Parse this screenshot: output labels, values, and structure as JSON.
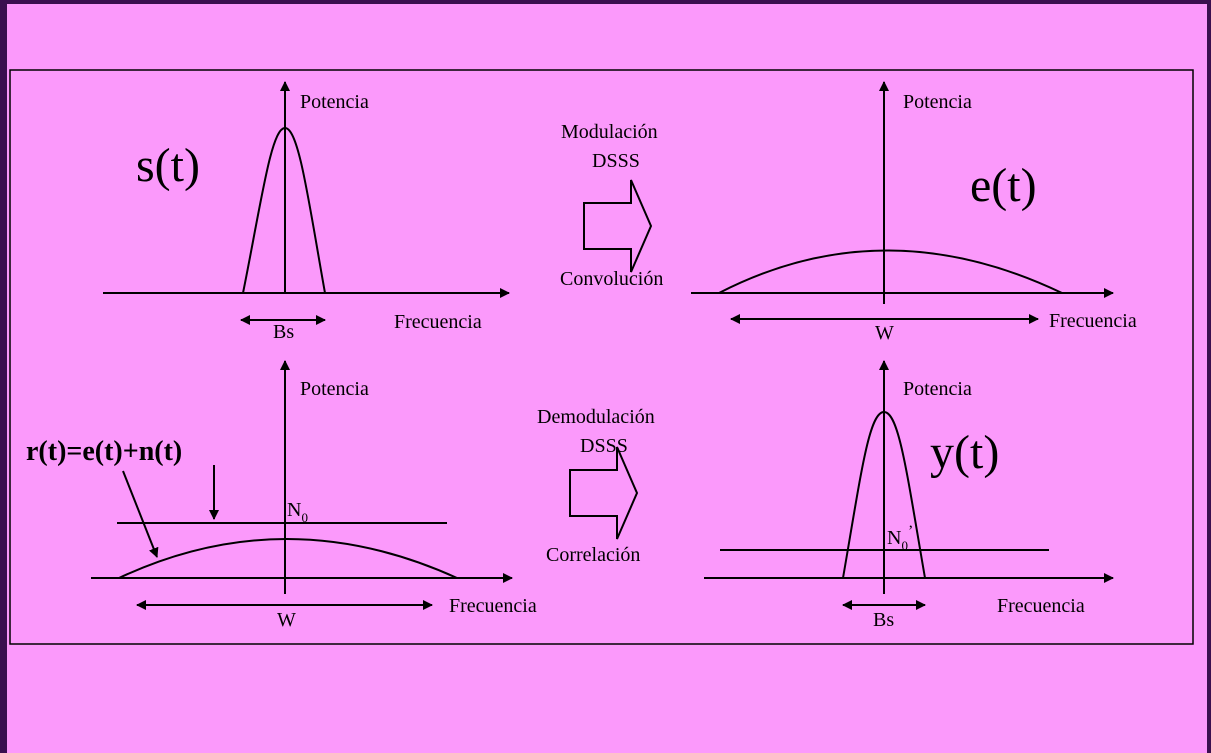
{
  "panels": {
    "top_left": {
      "signal": "s(t)",
      "y_axis": "Potencia",
      "x_axis": "Frecuencia",
      "bandwidth": "Bs"
    },
    "top_right": {
      "signal": "e(t)",
      "y_axis": "Potencia",
      "x_axis": "Frecuencia",
      "bandwidth": "W"
    },
    "bottom_left": {
      "signal": "r(t)=e(t)+n(t)",
      "y_axis": "Potencia",
      "x_axis": "Frecuencia",
      "bandwidth": "W",
      "noise_base": "N",
      "noise_sub": "0"
    },
    "bottom_right": {
      "signal": "y(t)",
      "y_axis": "Potencia",
      "x_axis": "Frecuencia",
      "bandwidth": "Bs",
      "noise_base": "N",
      "noise_sub": "0",
      "noise_prime": "’"
    }
  },
  "process_top": {
    "line1": "Modulación",
    "line2": "DSSS",
    "line3": "Convolución"
  },
  "process_bottom": {
    "line1": "Demodulación",
    "line2": "DSSS",
    "line3": "Correlación"
  },
  "colors": {
    "frame_outer": "#3a0f4f",
    "slide_background": "#fb99fb",
    "ink": "#000000"
  }
}
